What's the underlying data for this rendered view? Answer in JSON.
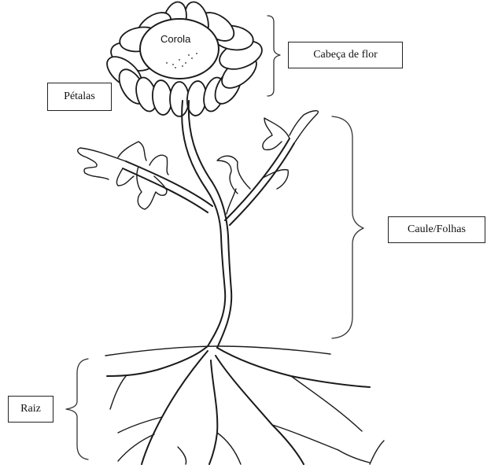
{
  "labels": {
    "corola": "Corola",
    "cabeca_de_flor": "Cabeça de flor",
    "petalas": "Pétalas",
    "caule_folhas": "Caule/Folhas",
    "raiz": "Raiz"
  }
}
